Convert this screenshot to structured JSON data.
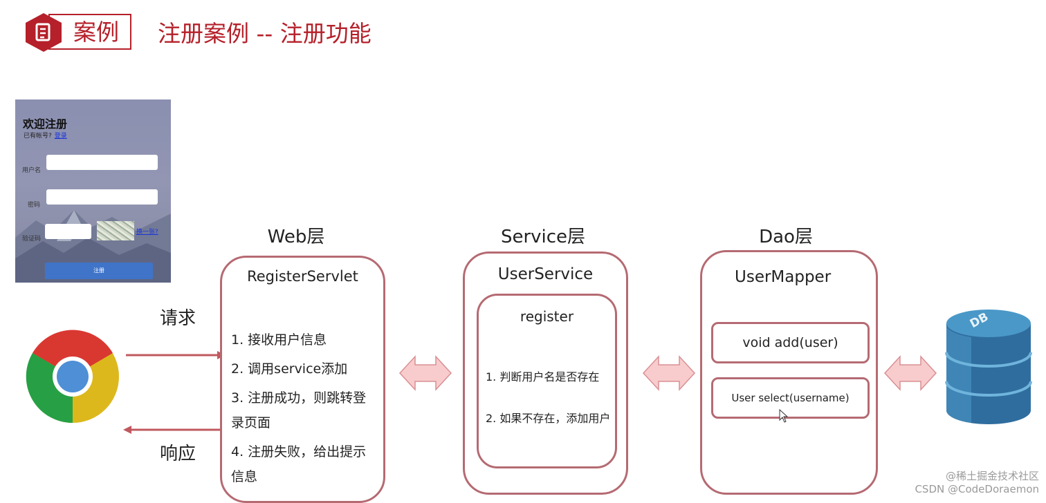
{
  "header": {
    "badge": "案例",
    "title": "注册案例 -- 注册功能"
  },
  "form": {
    "title": "欢迎注册",
    "have_account": "已有帐号?",
    "login_link": "登录",
    "username_label": "用户名",
    "password_label": "密码",
    "code_label": "验证码",
    "change_link": "换一张?",
    "register_button": "注册"
  },
  "client": {
    "request_label": "请求",
    "response_label": "响应"
  },
  "web_layer": {
    "title": "Web层",
    "component": "RegisterServlet",
    "steps": [
      "1. 接收用户信息",
      "2. 调用service添加",
      "3. 注册成功，则跳转登",
      "录页面",
      "4. 注册失败，给出提示",
      "信息"
    ]
  },
  "service_layer": {
    "title": "Service层",
    "component": "UserService",
    "method": "register",
    "steps": [
      "1. 判断用户名是否存在",
      "2. 如果不存在，添加用户"
    ]
  },
  "dao_layer": {
    "title": "Dao层",
    "component": "UserMapper",
    "methods": [
      "void add(user)",
      "User select(username)"
    ]
  },
  "database": {
    "label": "DB"
  },
  "watermark": {
    "line1": "@稀土掘金技术社区",
    "line2": "CSDN @CodeDoraemon"
  },
  "colors": {
    "accent": "#b5202a",
    "box_border": "#b56a72",
    "arrow_fill": "#f8cccc",
    "db_blue": "#3f86b6"
  }
}
